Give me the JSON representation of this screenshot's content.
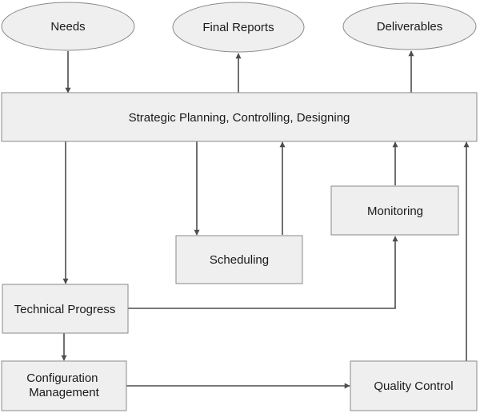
{
  "diagram": {
    "nodes": {
      "needs": {
        "label": "Needs"
      },
      "final_reports": {
        "label": "Final Reports"
      },
      "deliverables": {
        "label": "Deliverables"
      },
      "strategic": {
        "label": "Strategic Planning, Controlling, Designing"
      },
      "monitoring": {
        "label": "Monitoring"
      },
      "scheduling": {
        "label": "Scheduling"
      },
      "technical_progress": {
        "label": "Technical Progress"
      },
      "configuration_management": {
        "lines": [
          "Configuration",
          "Management"
        ]
      },
      "quality_control": {
        "label": "Quality Control"
      }
    },
    "edges": [
      {
        "from": "needs",
        "to": "strategic"
      },
      {
        "from": "strategic",
        "to": "final_reports"
      },
      {
        "from": "strategic",
        "to": "deliverables"
      },
      {
        "from": "strategic",
        "to": "technical_progress"
      },
      {
        "from": "strategic",
        "to": "scheduling"
      },
      {
        "from": "scheduling",
        "to": "strategic"
      },
      {
        "from": "monitoring",
        "to": "strategic"
      },
      {
        "from": "technical_progress",
        "to": "monitoring"
      },
      {
        "from": "technical_progress",
        "to": "configuration_management"
      },
      {
        "from": "configuration_management",
        "to": "quality_control"
      },
      {
        "from": "quality_control",
        "to": "strategic"
      }
    ]
  }
}
